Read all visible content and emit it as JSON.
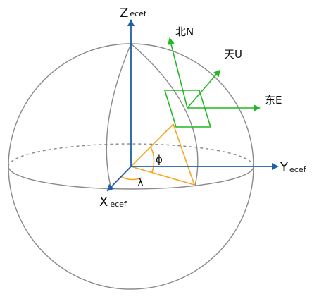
{
  "colors": {
    "sphere": "#8a8a8a",
    "axis": "#1f5fa8",
    "enu": "#22b822",
    "angle": "#f5a623",
    "text": "#111111"
  },
  "axes": {
    "z": {
      "main": "Z",
      "sub": "ecef"
    },
    "y": {
      "main": "Y",
      "sub": "ecef"
    },
    "x": {
      "main": "X",
      "sub": "ecef"
    }
  },
  "enu": {
    "north": "北N",
    "up": "天U",
    "east": "东E"
  },
  "angles": {
    "latitude": "ϕ",
    "longitude": "λ"
  }
}
